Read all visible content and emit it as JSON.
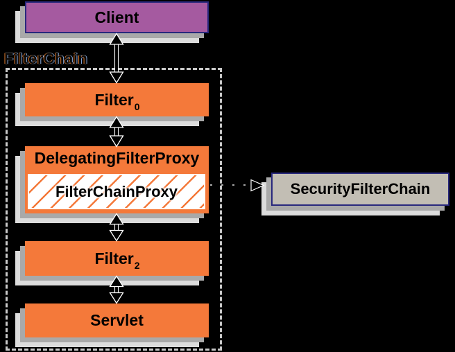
{
  "diagram_label": {
    "text": "FilterChain"
  },
  "nodes": {
    "client": {
      "label": "Client"
    },
    "filter0": {
      "label": "Filter",
      "sub": "0"
    },
    "delegating_filter_proxy": {
      "label": "DelegatingFilterProxy"
    },
    "filter_chain_proxy": {
      "label": "FilterChainProxy"
    },
    "filter2": {
      "label": "Filter",
      "sub": "2"
    },
    "servlet": {
      "label": "Servlet"
    },
    "security_filter_chain": {
      "label": "SecurityFilterChain"
    }
  },
  "edges": [
    {
      "from": "client",
      "to": "filter0",
      "style": "double-arrow"
    },
    {
      "from": "filter0",
      "to": "delegating_filter_proxy",
      "style": "double-arrow"
    },
    {
      "from": "delegating_filter_proxy",
      "to": "filter2",
      "style": "double-arrow"
    },
    {
      "from": "filter2",
      "to": "servlet",
      "style": "double-arrow"
    },
    {
      "from": "filter_chain_proxy",
      "to": "security_filter_chain",
      "style": "dashed-arrow"
    }
  ],
  "colors": {
    "background": "#000000",
    "filter_box_orange": "#f4793a",
    "client_purple": "#a55aa0",
    "node_border_navy": "#28287d",
    "security_chain_tan": "#c2beb4",
    "hatch_orange": "#f4793a",
    "shadow_mid_gray": "#a9a9a9",
    "shadow_light_gray": "#dcdcdc",
    "dashed_container_gray": "#c9c9c9",
    "arrow_black": "#000000",
    "arrow_outline_white": "#ffffff"
  }
}
